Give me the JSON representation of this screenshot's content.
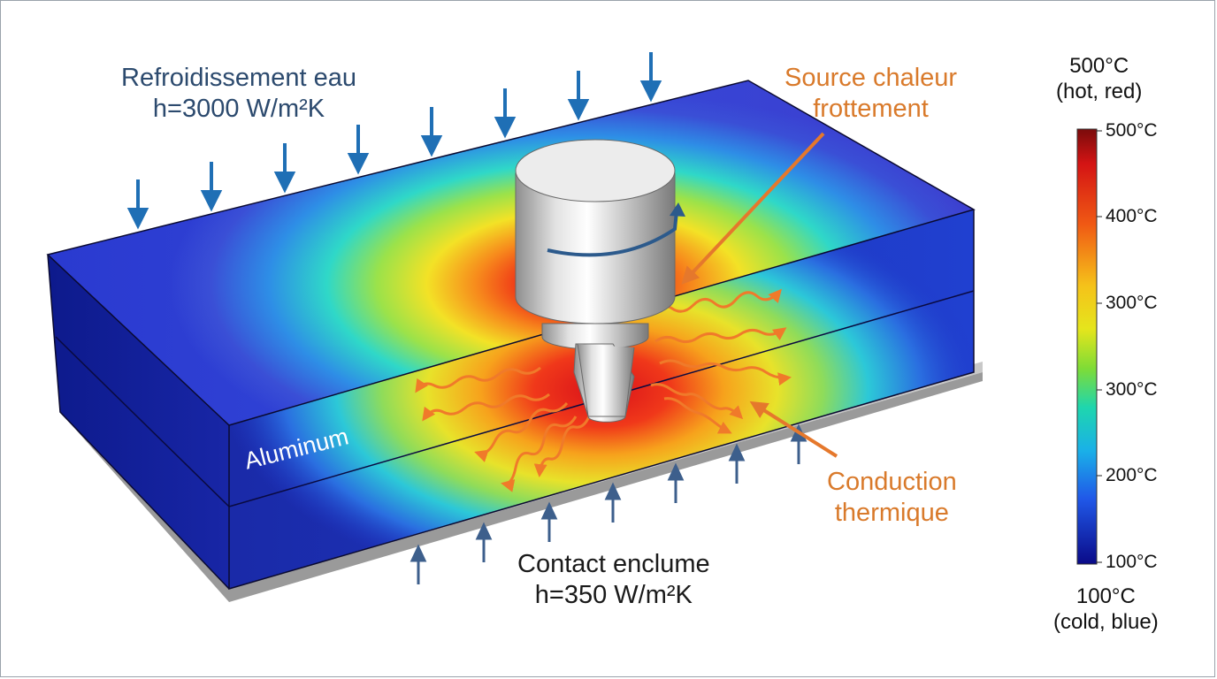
{
  "labels": {
    "water_cooling": [
      "Refroidissement eau",
      "h=3000 W/m²K"
    ],
    "heat_source": [
      "Source chaleur",
      "frottement"
    ],
    "conduction": [
      "Conduction",
      "thermique"
    ],
    "anvil_contact": [
      "Contact enclume",
      "h=350 W/m²K"
    ],
    "material": "Aluminum"
  },
  "legend": {
    "top_caption": [
      "500°C",
      "(hot, red)"
    ],
    "bottom_caption": [
      "100°C",
      "(cold, blue)"
    ],
    "ticks": [
      "500°C",
      "400°C",
      "300°C",
      "300°C",
      "200°C",
      "100°C"
    ]
  },
  "colors": {
    "cooling_arrow": "#1f6fb5",
    "contact_arrow": "#3d5f8c",
    "annotation_orange": "#d97a2b",
    "annotation_blue": "#2c4a6e",
    "heat_wave": "#f07a2a",
    "plate_cold": "#1a2bb0",
    "hot_core": "#e8191b"
  },
  "icons": {
    "cooling": "down-arrow-icon",
    "contact": "up-arrow-icon",
    "rotation": "rotation-arrow-icon",
    "conduction": "wavy-heat-arrow-icon"
  }
}
